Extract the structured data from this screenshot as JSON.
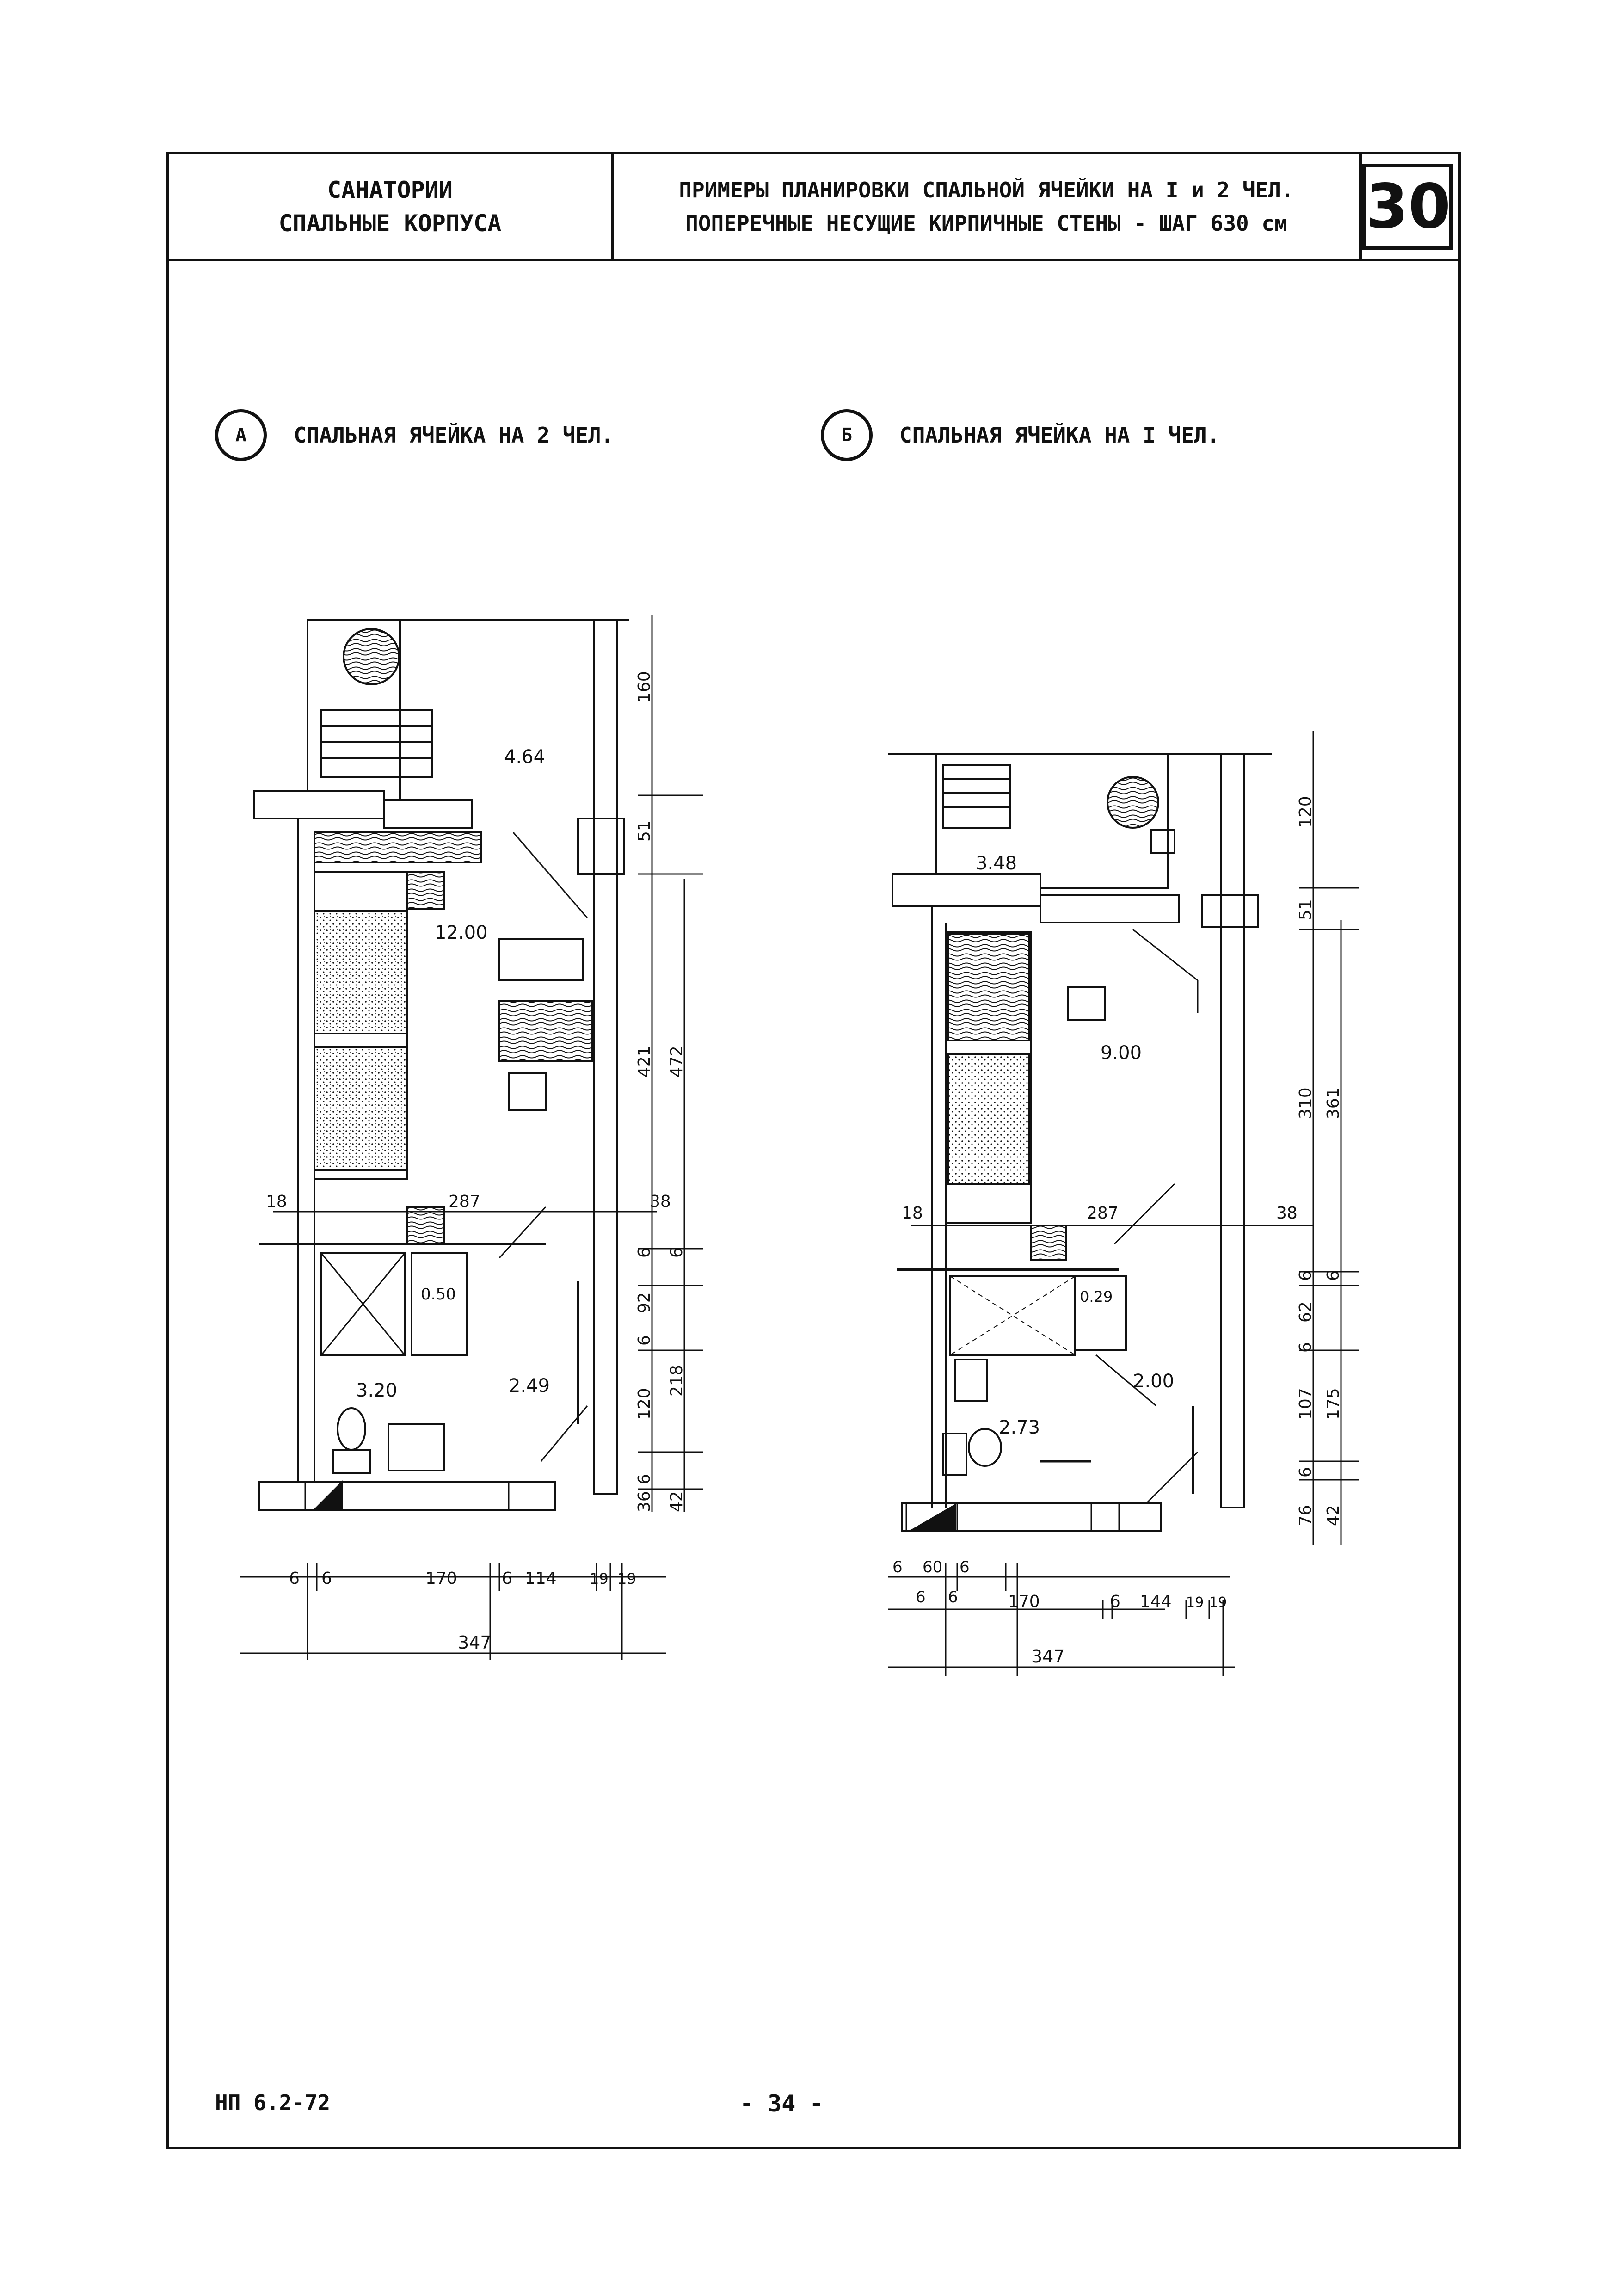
{
  "header": {
    "left_line1": "САНАТОРИИ",
    "left_line2": "СПАЛЬНЫЕ КОРПУСА",
    "title_line1": "ПРИМЕРЫ ПЛАНИРОВКИ СПАЛЬНОЙ ЯЧЕЙКИ НА I и 2 ЧЕЛ.",
    "title_line2": "ПОПЕРЕЧНЫЕ НЕСУЩИЕ КИРПИЧНЫЕ СТЕНЫ - ШАГ 630 см",
    "sheet_number": "30"
  },
  "plans": [
    {
      "marker": "А",
      "caption": "СПАЛЬНАЯ ЯЧЕЙКА НА 2 ЧЕЛ.",
      "areas": {
        "balcony": "4.64",
        "room": "12.00",
        "bath": "3.20",
        "hall": "2.49",
        "closet": "0.50"
      },
      "dims": {
        "width_left": "18",
        "width_room": "287",
        "width_right": "38",
        "v_balcony": "160",
        "v_wall": "51",
        "v_room": "421",
        "v_room_total": "472",
        "v_6a": "6",
        "v_6b": "6",
        "v_92": "92",
        "v_6c": "6",
        "v_120": "120",
        "v_218": "218",
        "v_36": "36",
        "v_6d": "6",
        "v_42": "42",
        "b_6a": "6",
        "b_6b": "6",
        "b_170": "170",
        "b_6c": "6",
        "b_114": "114",
        "b_19a": "19",
        "b_19b": "19",
        "b_total": "347"
      }
    },
    {
      "marker": "Б",
      "caption": "СПАЛЬНАЯ ЯЧЕЙКА НА I ЧЕЛ.",
      "areas": {
        "balcony": "3.48",
        "room": "9.00",
        "bath": "2.73",
        "hall": "2.00",
        "closet": "0.29"
      },
      "dims": {
        "width_left": "18",
        "width_room": "287",
        "width_right": "38",
        "v_balcony": "120",
        "v_wall": "51",
        "v_room": "310",
        "v_room_total": "361",
        "v_6a": "6",
        "v_6b": "6",
        "v_62": "62",
        "v_6c": "6",
        "v_107": "107",
        "v_175": "175",
        "v_6d": "6",
        "v_76": "76",
        "v_42": "42",
        "top_6a": "6",
        "top_60": "60",
        "top_6b": "6",
        "top_6c": "6",
        "top_6d": "6",
        "b_170": "170",
        "b_6": "6",
        "b_144": "144",
        "b_19a": "19",
        "b_19b": "19",
        "b_total": "347"
      }
    }
  ],
  "footer": {
    "code": "НП 6.2-72",
    "page": "- 34 -"
  }
}
